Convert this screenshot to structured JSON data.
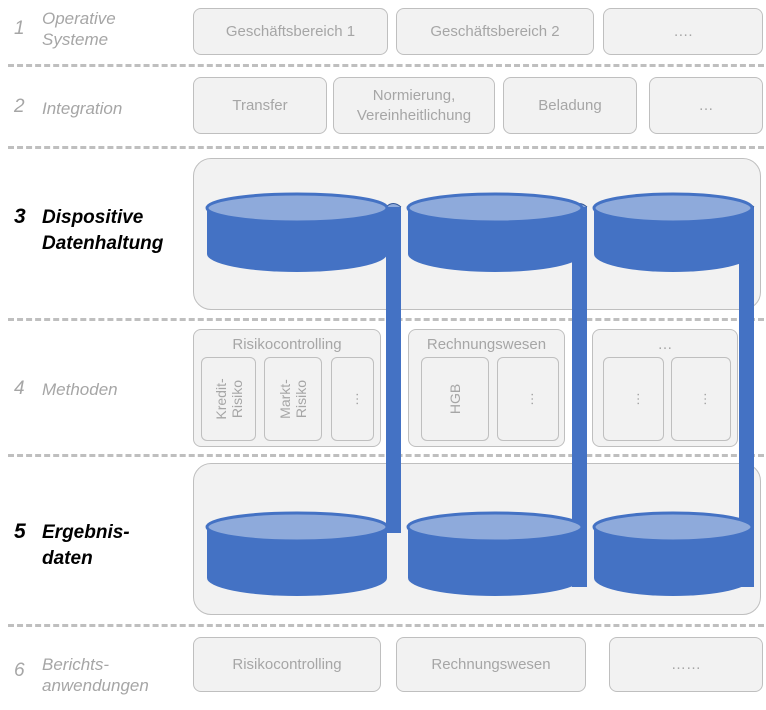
{
  "layers": [
    {
      "num": "1",
      "title": "Operative\nSysteme",
      "boxes": [
        "Geschäftsbereich 1",
        "Geschäftsbereich 2",
        "…."
      ]
    },
    {
      "num": "2",
      "title": "Integration",
      "boxes": [
        "Transfer",
        "Normierung,\nVereinheitlichung",
        "Beladung",
        "…"
      ]
    },
    {
      "num": "3",
      "title": "Dispositive\nDatenhaltung"
    },
    {
      "num": "4",
      "title": "Methoden",
      "groups": [
        {
          "label": "Risikocontrolling",
          "items": [
            "Kredit-\nRisiko",
            "Markt-\nRisiko",
            "…"
          ]
        },
        {
          "label": "Rechnungswesen",
          "items": [
            "HGB",
            "…"
          ]
        },
        {
          "label": "…",
          "items": [
            "…",
            "…"
          ]
        }
      ]
    },
    {
      "num": "5",
      "title": "Ergebnis-\ndaten"
    },
    {
      "num": "6",
      "title": "Berichts-\nanwendungen",
      "boxes": [
        "Risikocontrolling",
        "Rechnungswesen",
        "……"
      ]
    }
  ],
  "colors": {
    "cylinder_body": "#4472c4",
    "cylinder_top": "#8eaadb",
    "box_fill": "#f2f2f2",
    "box_border": "#bfbfbf",
    "text_muted": "#a6a6a6"
  }
}
